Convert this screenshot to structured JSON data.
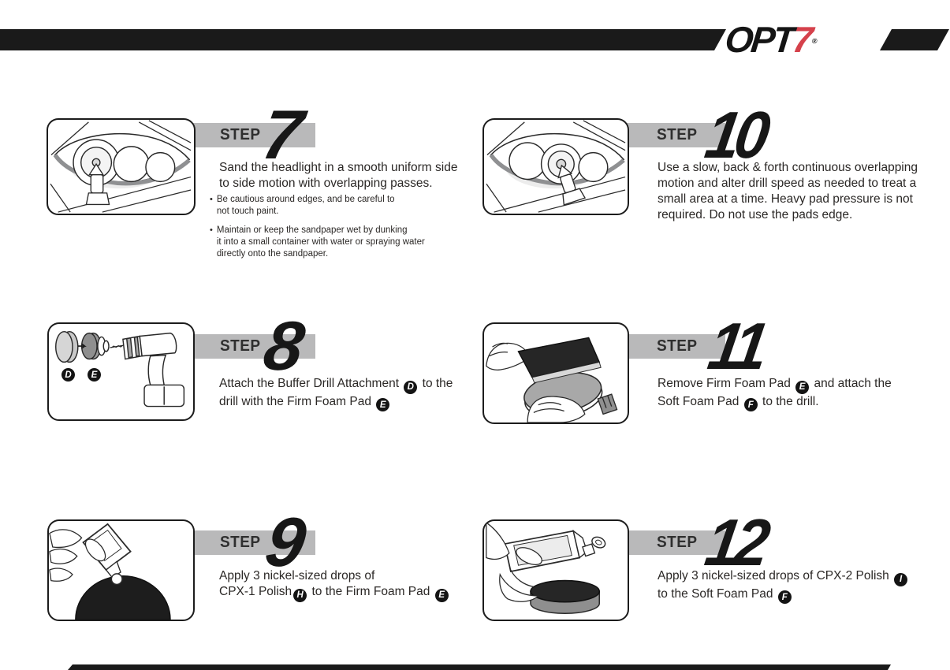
{
  "header": {
    "logo": {
      "prefix": "OPT",
      "seven": "7",
      "registered": "®"
    }
  },
  "ui": {
    "bullet_char": "•"
  },
  "colors": {
    "header_bar": "#1a1a1a",
    "logo_red": "#d5414b",
    "step_bar_gray": "#b9b9ba",
    "ink": "#2b2826"
  },
  "steps": [
    {
      "label": "STEP",
      "number": "7",
      "figure": "headlight-sanding",
      "instruction": [
        {
          "t": "Sand the headlight in a smooth uniform side"
        },
        {
          "br": true
        },
        {
          "t": "to side motion with overlapping passes."
        }
      ],
      "bullets": [
        [
          "Be cautious around edges, and be careful to",
          "not touch paint."
        ],
        [
          "Maintain or keep the sandpaper wet by dunking",
          "it into a small container with water or spraying water",
          "directly onto the sandpaper."
        ]
      ]
    },
    {
      "label": "STEP",
      "number": "8",
      "figure": "drill-with-pads",
      "figure_badges": [
        "D",
        "E"
      ],
      "instruction": [
        {
          "t": "Attach the Buffer Drill Attachment "
        },
        {
          "badge": "D"
        },
        {
          "t": " to the"
        },
        {
          "br": true
        },
        {
          "t": "drill with the Firm Foam Pad "
        },
        {
          "badge": "E"
        }
      ]
    },
    {
      "label": "STEP",
      "number": "9",
      "figure": "polish-bottle-drop",
      "instruction": [
        {
          "t": "Apply 3 nickel-sized drops of"
        },
        {
          "br": true
        },
        {
          "t": "CPX-1 Polish"
        },
        {
          "badge": "H"
        },
        {
          "t": " to the Firm Foam Pad "
        },
        {
          "badge": "E"
        }
      ]
    },
    {
      "label": "STEP",
      "number": "10",
      "figure": "headlight-buffing",
      "instruction": [
        {
          "t": "Use a slow, back & forth continuous overlapping"
        },
        {
          "br": true
        },
        {
          "t": "motion and alter drill speed as needed to treat a"
        },
        {
          "br": true
        },
        {
          "t": "small area at a time. Heavy pad pressure is not"
        },
        {
          "br": true
        },
        {
          "t": "required. Do not use the pads edge."
        }
      ]
    },
    {
      "label": "STEP",
      "number": "11",
      "figure": "pad-swap",
      "instruction": [
        {
          "t": "Remove Firm Foam Pad "
        },
        {
          "badge": "E"
        },
        {
          "t": " and attach the"
        },
        {
          "br": true
        },
        {
          "t": "Soft Foam Pad "
        },
        {
          "badge": "F"
        },
        {
          "t": " to the drill."
        }
      ]
    },
    {
      "label": "STEP",
      "number": "12",
      "figure": "polish-bottle-puck",
      "instruction": [
        {
          "t": "Apply 3 nickel-sized drops of CPX-2 Polish "
        },
        {
          "badge": "I"
        },
        {
          "br": true
        },
        {
          "t": "to the Soft Foam Pad "
        },
        {
          "badge": "F"
        }
      ]
    }
  ]
}
